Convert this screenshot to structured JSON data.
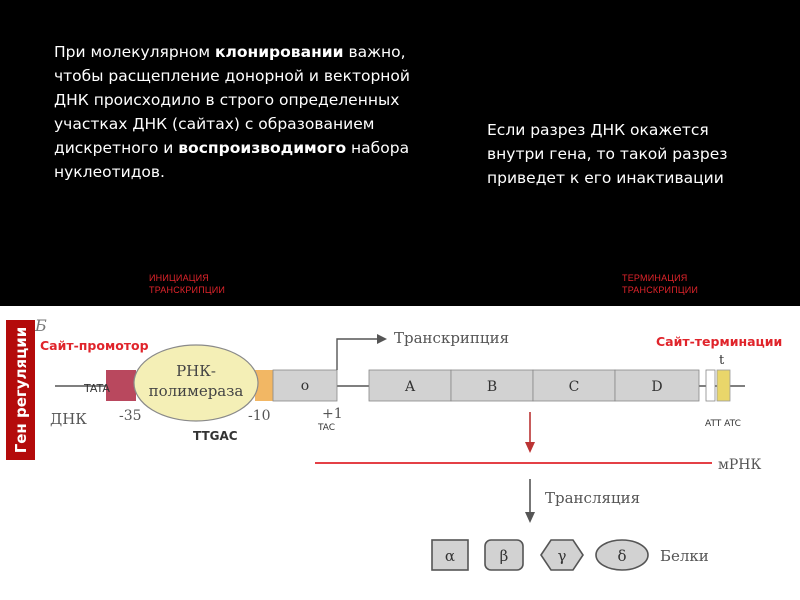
{
  "left_text": {
    "p1": "При молекулярном ",
    "b1": "клонировании",
    "p2": " важно, чтобы расщепление донорной и векторной ДНК происходило в строго определенных участках ДНК (сайтах) с образованием дискретного и ",
    "b2": "воспроизводимого",
    "p3": " набора нуклеотидов."
  },
  "right_text": "Если разрез ДНК окажется внутри гена, то такой разрез приведет к его инактивации",
  "labels": {
    "initiation_1": "ИНИЦИАЦИЯ",
    "initiation_2": "ТРАНСКРИПЦИИ",
    "termination_1": "ТЕРМИНАЦИЯ",
    "termination_2": "ТРАНСКРИПЦИИ",
    "gene_regulation": "Ген регуляции",
    "site_promoter": "Сайт-промотор",
    "site_termination": "Сайт-терминации"
  },
  "diagram": {
    "panel_letter": "Б",
    "transcription": "Транскрипция",
    "rna_pol_1": "РНК-",
    "rna_pol_2": "полимераза",
    "tata": "TATA",
    "dna": "ДНК",
    "m35": "-35",
    "m10": "-10",
    "p1": "+1",
    "operator": "о",
    "genes": [
      "A",
      "B",
      "C",
      "D"
    ],
    "t": "t",
    "ttgac": "TTGAC",
    "tac": "TAC",
    "att_atc": "ATT ATC",
    "mrna": "мРНК",
    "translation": "Трансляция",
    "proteins": [
      "α",
      "β",
      "γ",
      "δ"
    ],
    "proteins_label": "Белки"
  },
  "colors": {
    "accent_red": "#e0242b",
    "tata_box": "#b9485e",
    "minus10_box": "#f2b764",
    "term_box": "#e9d66a",
    "polymerase": "#f4efb6",
    "gene_box": "#d2d2d2"
  }
}
